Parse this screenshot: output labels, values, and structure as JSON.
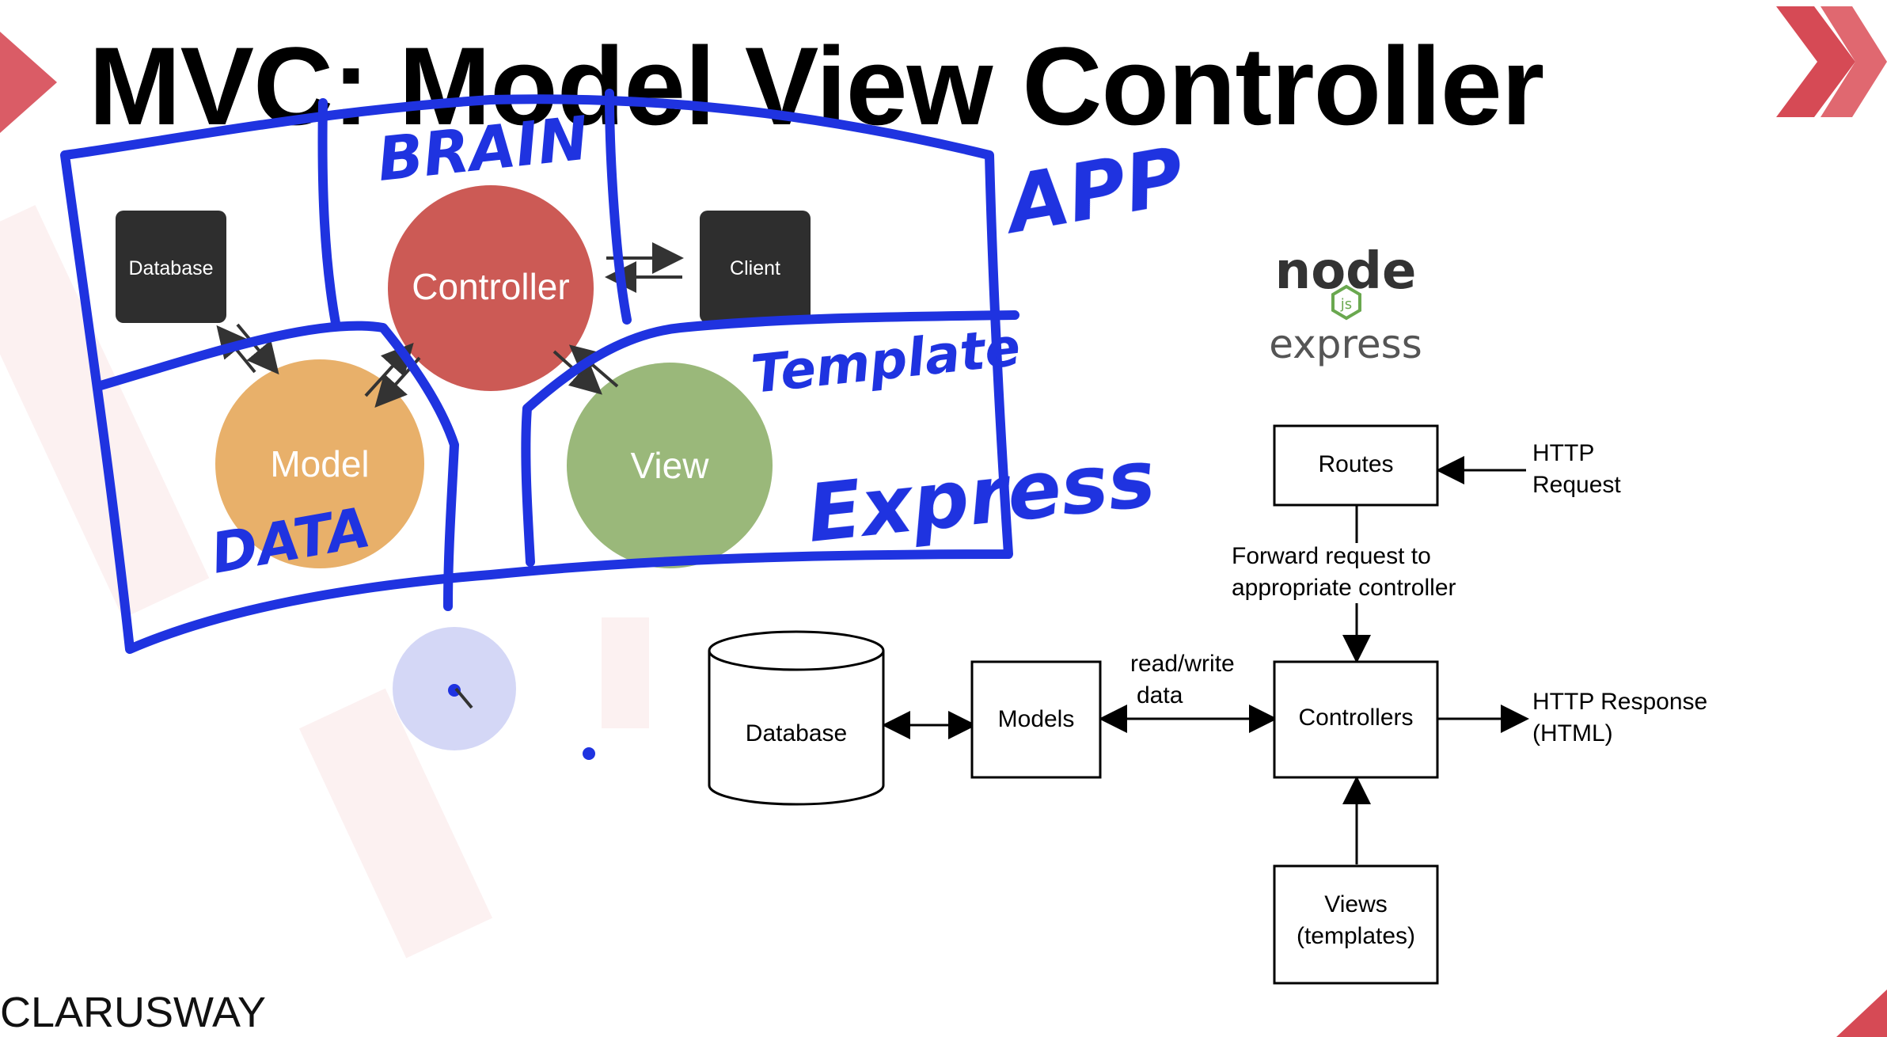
{
  "slide": {
    "title": "MVC: Model View Controller",
    "brand": "CLARUSWAY"
  },
  "colors": {
    "accent_red": "#d64a55",
    "ink_blue": "#1f33e0",
    "controller": "#cc5a55",
    "model": "#e8b06a",
    "view": "#9ab87a",
    "dark_box": "#2e2e2e",
    "node_green": "#6aa84f"
  },
  "mvc_diagram": {
    "database_label": "Database",
    "client_label": "Client",
    "controller_label": "Controller",
    "model_label": "Model",
    "view_label": "View"
  },
  "handwriting": {
    "brain": "BRAIN",
    "app": "APP",
    "template": "Template",
    "data": "DATA",
    "express": "Express"
  },
  "logo": {
    "node_text": "node",
    "js_text": "js",
    "express_text": "express"
  },
  "flow_diagram": {
    "routes": "Routes",
    "http_request_line1": "HTTP",
    "http_request_line2": "Request",
    "forward_line1": "Forward request to",
    "forward_line2": "appropriate controller",
    "database": "Database",
    "models": "Models",
    "read_write_line1": "read/write",
    "read_write_line2": "data",
    "controllers": "Controllers",
    "http_response_line1": "HTTP Response",
    "http_response_line2": "(HTML)",
    "views_line1": "Views",
    "views_line2": "(templates)"
  }
}
